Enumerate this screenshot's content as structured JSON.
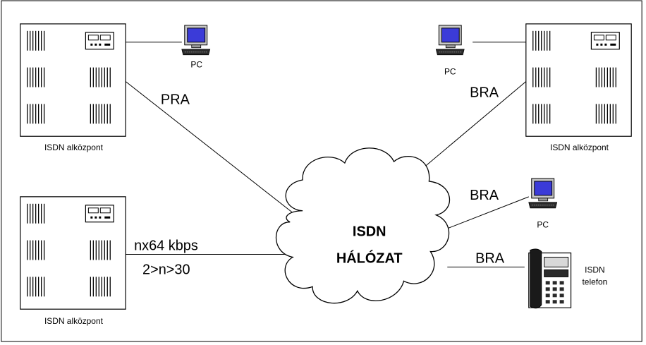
{
  "nodes": {
    "pbx_top_left": {
      "label": "ISDN alközpont"
    },
    "pbx_top_right": {
      "label": "ISDN alközpont"
    },
    "pbx_bottom_left": {
      "label": "ISDN alközpont"
    },
    "pc_top_left": {
      "label": "PC"
    },
    "pc_top_right": {
      "label": "PC"
    },
    "pc_right": {
      "label": "PC"
    },
    "phone": {
      "label_line1": "ISDN",
      "label_line2": "telefon"
    },
    "cloud": {
      "label_line1": "ISDN",
      "label_line2": "HÁLÓZAT"
    }
  },
  "links": {
    "pra": "PRA",
    "bra_top": "BRA",
    "bra_pc": "BRA",
    "bra_phone": "BRA",
    "nx64_line1": "nx64 kbps",
    "nx64_line2": "2>n>30"
  },
  "colors": {
    "line": "#000000",
    "screen": "#3b3bd8",
    "pc_body": "#c8c8c8",
    "pc_dark": "#2a2a2a"
  }
}
